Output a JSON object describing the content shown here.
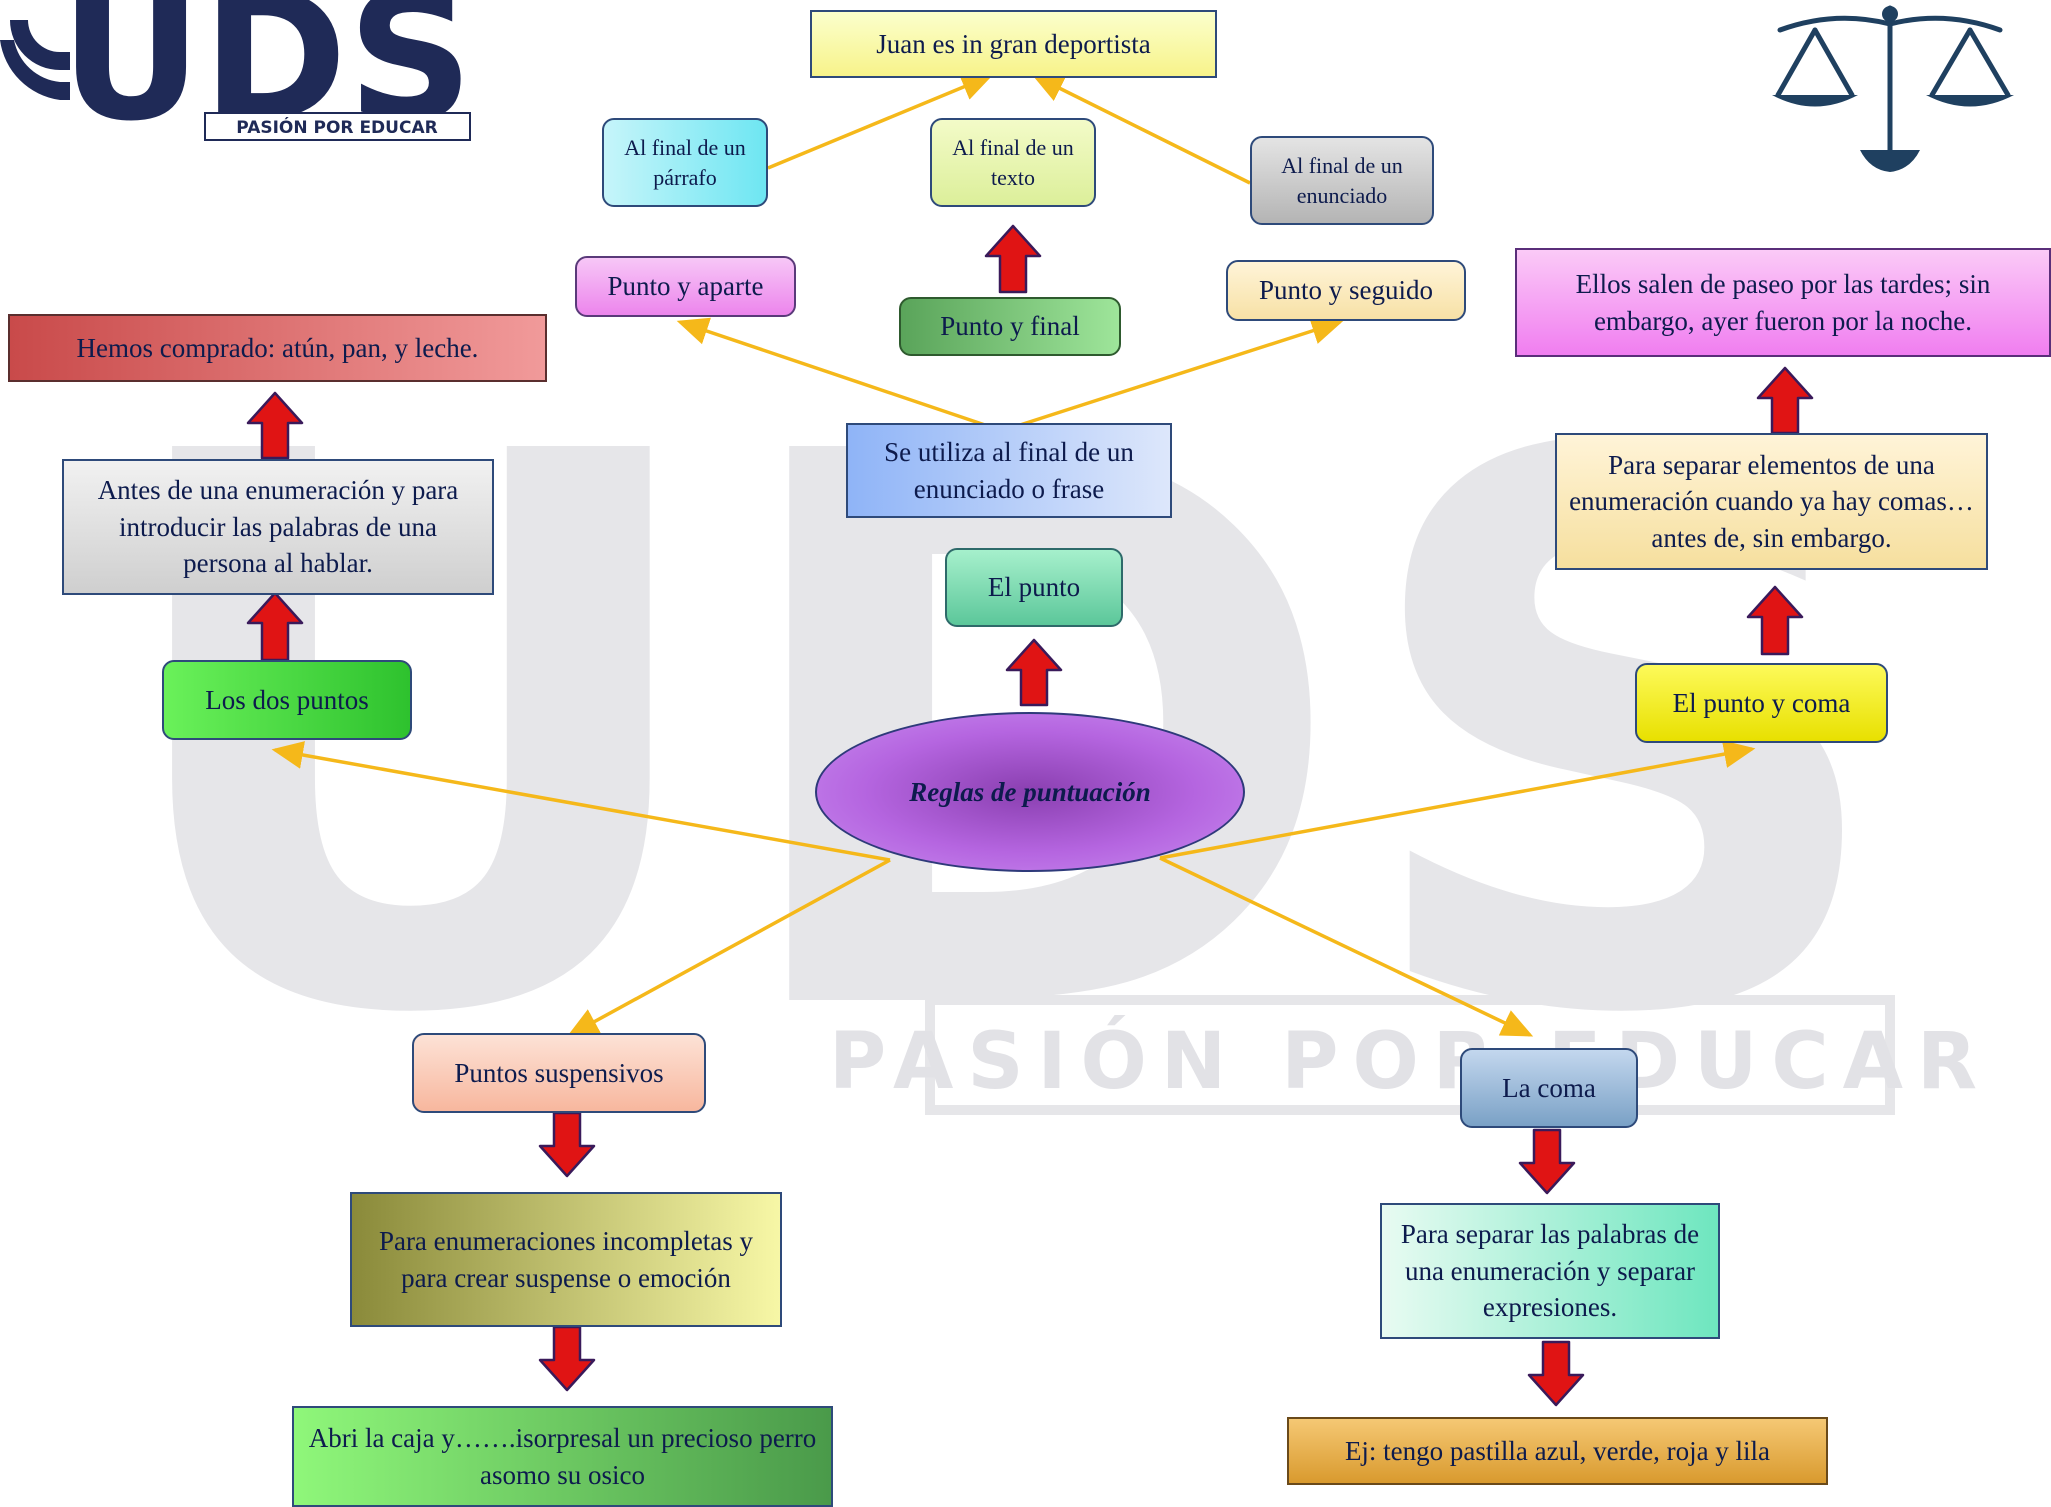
{
  "logo": {
    "letters": "UDS",
    "tagline": "PASIÓN POR EDUCAR"
  },
  "watermark": {
    "letters": "UDS",
    "tagline": "PASIÓN POR EDUCAR"
  },
  "colors": {
    "connector": "#f5b81a",
    "arrow_fill": "#e01414",
    "arrow_stroke": "#3a1a5a",
    "border": "#2e4a7a",
    "text": "#0d1b4d"
  },
  "center": {
    "label": "Reglas de puntuación"
  },
  "punto": {
    "title": "El punto",
    "use": "Se utiliza al final de un enunciado o frase",
    "types": {
      "aparte": "Punto y aparte",
      "final": "Punto y final",
      "seguido": "Punto y seguido"
    },
    "positions": {
      "parrafo": "Al final de un párrafo",
      "texto": "Al final de un texto",
      "enunciado": "Al final de un enunciado"
    },
    "example": "Juan es in gran deportista"
  },
  "dos_puntos": {
    "title": "Los dos puntos",
    "use": "Antes de una enumeración y para introducir las palabras de una persona al hablar.",
    "example": "Hemos comprado: atún, pan, y leche."
  },
  "punto_coma": {
    "title": "El punto y coma",
    "use": "Para separar elementos de una enumeración cuando ya hay comas… antes de, sin embargo.",
    "example": "Ellos salen de paseo por las tardes; sin embargo, ayer fueron por la noche."
  },
  "suspensivos": {
    "title": "Puntos suspensivos",
    "use": "Para enumeraciones incompletas y para crear suspense o emoción",
    "example": "Abri la caja y…….isorpresal un precioso perro asomo su osico"
  },
  "coma": {
    "title": "La coma",
    "use": "Para separar las palabras de una enumeración y separar expresiones.",
    "example": "Ej: tengo pastilla azul, verde, roja y lila"
  }
}
